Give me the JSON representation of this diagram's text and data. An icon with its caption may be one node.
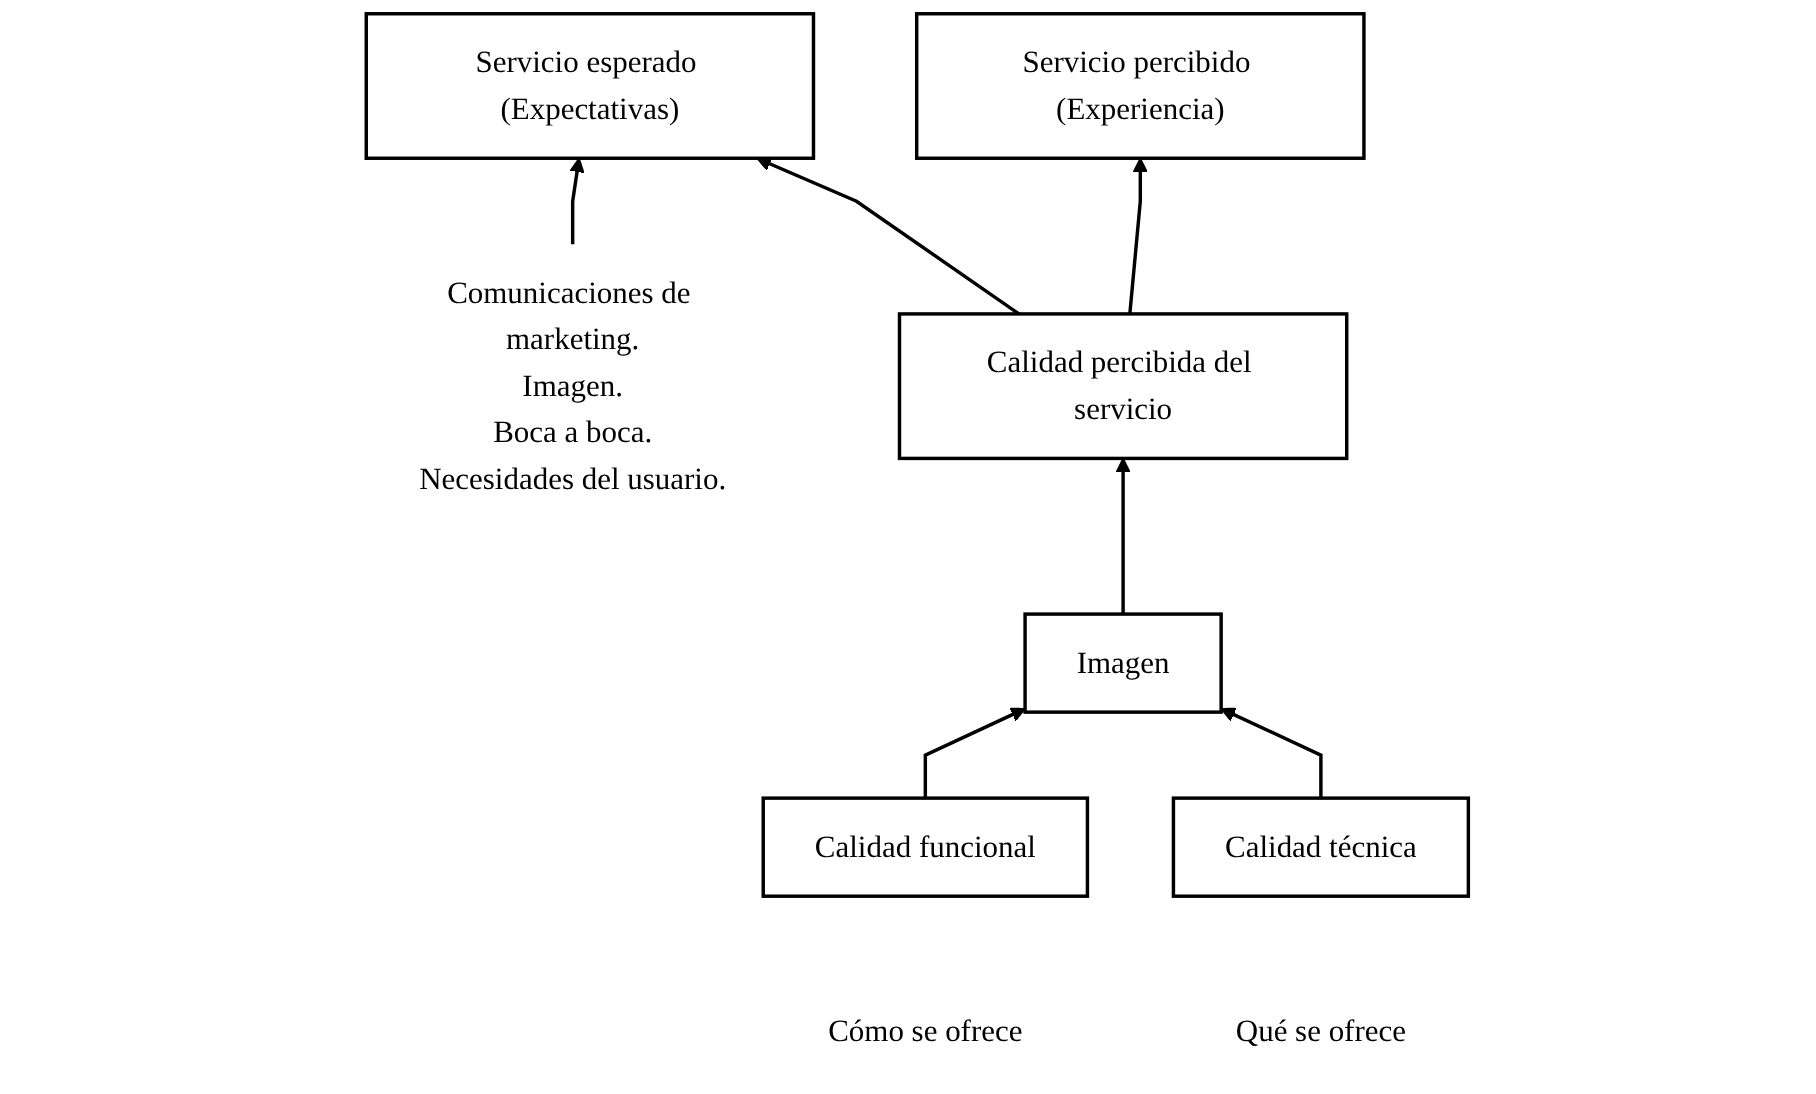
{
  "diagram": {
    "nodes": [
      {
        "text": [
          "Servicio esperado (Expectativas)"
        ]
      },
      {
        "text": [
          "Calidad percibida del servicio"
        ]
      },
      {
        "text": [
          "Servicio percibido (Experiencia)"
        ]
      },
      {
        "text": [
          "Comunicaciones de marketing.",
          "Imagen.",
          "Boca a boca.",
          "Necesidades del usuario."
        ]
      },
      {
        "text": [
          "Imagen"
        ]
      },
      {
        "text": [
          "Calidad técnica"
        ],
        "beside": [
          "Qué se ofrece"
        ]
      },
      {
        "text": [
          "Calidad funcional"
        ],
        "beside": [
          "Cómo se ofrece"
        ]
      }
    ],
    "edges": [
      {
        "from": 1,
        "to": 0,
        "arrow": "to"
      },
      {
        "from": 1,
        "to": 2,
        "arrow": "to"
      },
      {
        "from": 3,
        "to": 0,
        "arrow": "to"
      },
      {
        "from": 4,
        "to": 1,
        "arrow": "to"
      },
      {
        "from": 5,
        "to": 4,
        "arrow": "to"
      },
      {
        "from": 6,
        "to": 4,
        "arrow": "to"
      }
    ]
  }
}
